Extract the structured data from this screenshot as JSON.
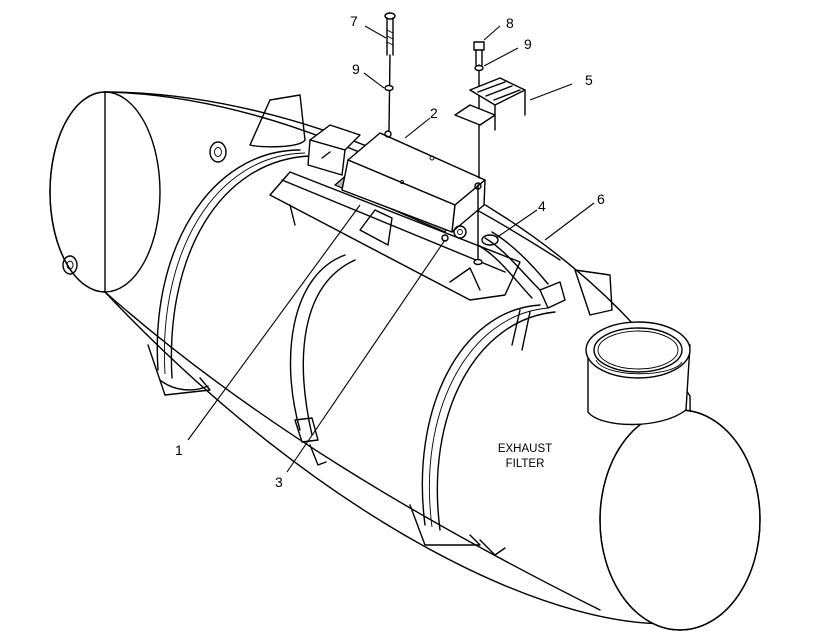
{
  "callouts": {
    "c1": "1",
    "c2": "2",
    "c3": "3",
    "c4": "4",
    "c5": "5",
    "c6": "6",
    "c7": "7",
    "c8": "8",
    "c9a": "9",
    "c9b": "9"
  },
  "body_label": {
    "line1": "EXHAUST",
    "line2": "FILTER"
  }
}
